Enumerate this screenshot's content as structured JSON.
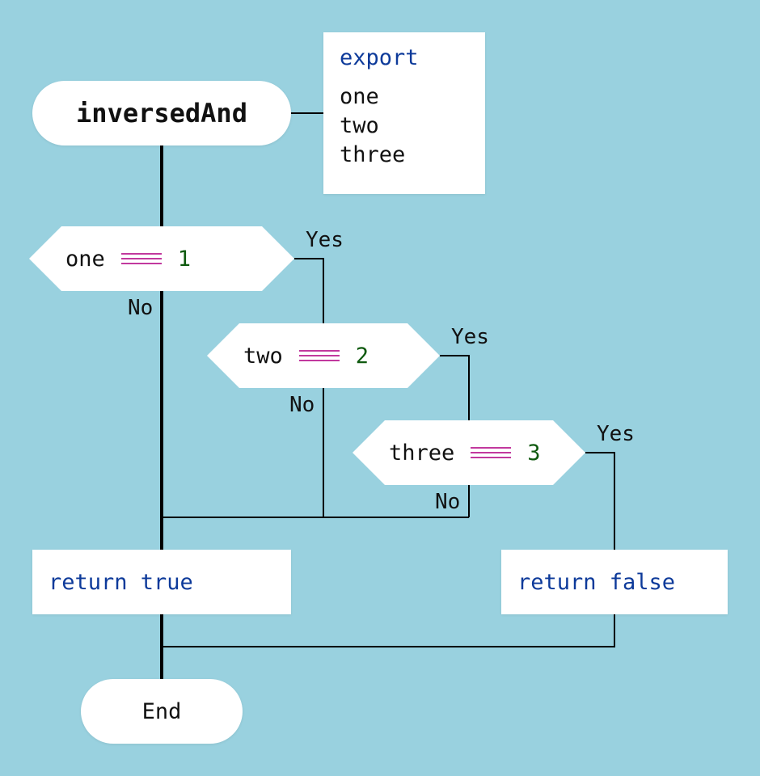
{
  "start": {
    "label": "inversedAnd"
  },
  "export": {
    "keyword": "export",
    "params": [
      "one",
      "two",
      "three"
    ]
  },
  "conditions": [
    {
      "variable": "one",
      "operator": "===",
      "value": "1",
      "yes_label": "Yes",
      "no_label": "No"
    },
    {
      "variable": "two",
      "operator": "===",
      "value": "2",
      "yes_label": "Yes",
      "no_label": "No"
    },
    {
      "variable": "three",
      "operator": "===",
      "value": "3",
      "yes_label": "Yes",
      "no_label": "No"
    }
  ],
  "returns": {
    "true_label": "return true",
    "false_label": "return false"
  },
  "end": {
    "label": "End"
  },
  "colors": {
    "background": "#99d1df",
    "keyword": "#0d3a9a",
    "operator": "#c2399e",
    "number": "#0f5a0f"
  }
}
